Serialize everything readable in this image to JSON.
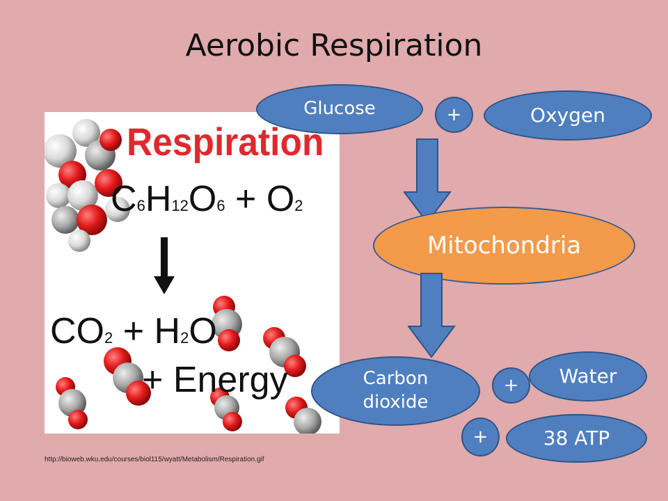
{
  "slide": {
    "title": "Aerobic Respiration",
    "source_url": "http://bioweb.wku.edu/courses/biol115/wyatt/Metabolism/Respiration.gif"
  },
  "image": {
    "heading": "Respiration",
    "reactant_glucose_c": "C",
    "reactant_glucose_c_sub": "6",
    "reactant_glucose_h": "H",
    "reactant_glucose_h_sub": "12",
    "reactant_glucose_o": "O",
    "reactant_glucose_o_sub": "6",
    "plus1": "+",
    "oxygen_o": "O",
    "oxygen_sub": "2",
    "product_co": "CO",
    "product_co_sub": "2",
    "plus2": "+",
    "water_h": "H",
    "water_h_sub": "2",
    "water_o": "O",
    "energy": "+ Energy"
  },
  "diagram": {
    "glucose": "Glucose",
    "plus_top": "+",
    "oxygen": "Oxygen",
    "mitochondria": "Mitochondria",
    "carbon_dioxide": "Carbon dioxide",
    "plus_mid": "+",
    "water": "Water",
    "plus_bottom": "+",
    "atp": "38 ATP"
  },
  "colors": {
    "background": "#e1aaac",
    "oval_blue": "#4f7fbf",
    "oval_orange": "#f39a4b",
    "heading_red": "#e0282e"
  }
}
